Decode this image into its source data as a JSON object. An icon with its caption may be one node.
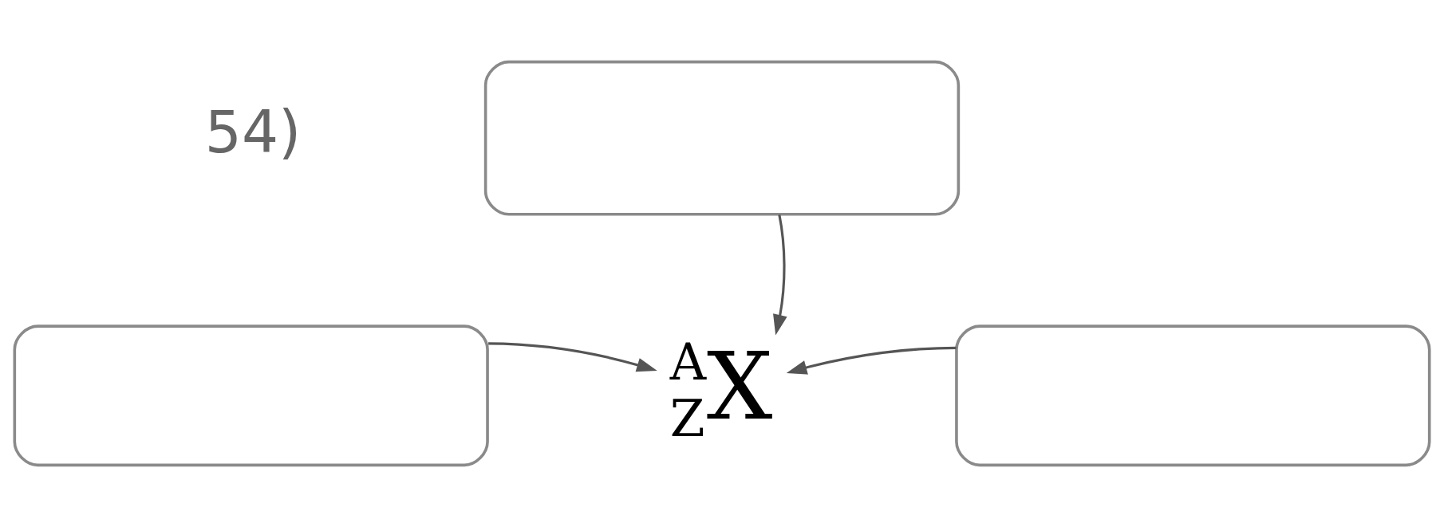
{
  "diagram": {
    "nodes": [
      {
        "text": [],
        "shape": "box"
      },
      {
        "text": [],
        "shape": "box"
      },
      {
        "text": [
          "A",
          "Z",
          "X"
        ]
      },
      {
        "text": [],
        "shape": "box"
      }
    ],
    "edges": [
      {
        "from": 0,
        "to": 2,
        "arrow": "to"
      },
      {
        "from": 1,
        "to": 2,
        "arrow": "to"
      },
      {
        "from": 3,
        "to": 2,
        "arrow": "to"
      }
    ],
    "labels": [
      "54)"
    ]
  }
}
